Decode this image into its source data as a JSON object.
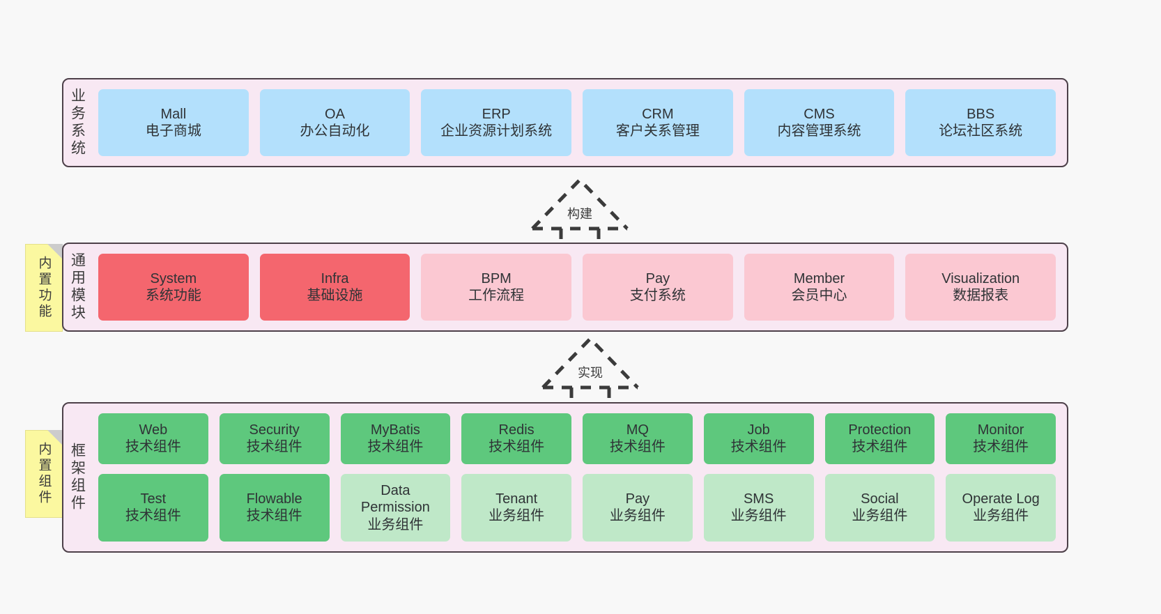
{
  "diagram": {
    "title": "system-architecture-layers",
    "colors": {
      "canvas_bg": "#f8f8f8",
      "layer_bg": "#f8e8f3",
      "layer_border": "#4d4049",
      "business_cell": "#b3e0fc",
      "common_cell_strong": "#f4666e",
      "common_cell_soft": "#fbc8d2",
      "framework_cell_tech": "#5ec87d",
      "framework_cell_biz": "#bfe8c8",
      "note_bg": "#fbf8a0"
    }
  },
  "layers": [
    {
      "id": "business",
      "title": "业务系统",
      "rows": [
        [
          {
            "en": "Mall",
            "cn": "电子商城",
            "color": "c-blue"
          },
          {
            "en": "OA",
            "cn": "办公自动化",
            "color": "c-blue"
          },
          {
            "en": "ERP",
            "cn": "企业资源计划系统",
            "color": "c-blue"
          },
          {
            "en": "CRM",
            "cn": "客户关系管理",
            "color": "c-blue"
          },
          {
            "en": "CMS",
            "cn": "内容管理系统",
            "color": "c-blue"
          },
          {
            "en": "BBS",
            "cn": "论坛社区系统",
            "color": "c-blue"
          }
        ]
      ]
    },
    {
      "id": "common",
      "title": "通用模块",
      "note": "内置功能",
      "rows": [
        [
          {
            "en": "System",
            "cn": "系统功能",
            "color": "c-red"
          },
          {
            "en": "Infra",
            "cn": "基础设施",
            "color": "c-red"
          },
          {
            "en": "BPM",
            "cn": "工作流程",
            "color": "c-pink"
          },
          {
            "en": "Pay",
            "cn": "支付系统",
            "color": "c-pink"
          },
          {
            "en": "Member",
            "cn": "会员中心",
            "color": "c-pink"
          },
          {
            "en": "Visualization",
            "cn": "数据报表",
            "color": "c-pink"
          }
        ]
      ]
    },
    {
      "id": "framework",
      "title": "框架组件",
      "note": "内置组件",
      "rows": [
        [
          {
            "en": "Web",
            "cn": "技术组件",
            "color": "c-green"
          },
          {
            "en": "Security",
            "cn": "技术组件",
            "color": "c-green"
          },
          {
            "en": "MyBatis",
            "cn": "技术组件",
            "color": "c-green"
          },
          {
            "en": "Redis",
            "cn": "技术组件",
            "color": "c-green"
          },
          {
            "en": "MQ",
            "cn": "技术组件",
            "color": "c-green"
          },
          {
            "en": "Job",
            "cn": "技术组件",
            "color": "c-green"
          },
          {
            "en": "Protection",
            "cn": "技术组件",
            "color": "c-green"
          },
          {
            "en": "Monitor",
            "cn": "技术组件",
            "color": "c-green"
          }
        ],
        [
          {
            "en": "Test",
            "cn": "技术组件",
            "color": "c-green"
          },
          {
            "en": "Flowable",
            "cn": "技术组件",
            "color": "c-green"
          },
          {
            "en": "Data Permission",
            "cn": "业务组件",
            "color": "c-lgreen"
          },
          {
            "en": "Tenant",
            "cn": "业务组件",
            "color": "c-lgreen"
          },
          {
            "en": "Pay",
            "cn": "业务组件",
            "color": "c-lgreen"
          },
          {
            "en": "SMS",
            "cn": "业务组件",
            "color": "c-lgreen"
          },
          {
            "en": "Social",
            "cn": "业务组件",
            "color": "c-lgreen"
          },
          {
            "en": "Operate Log",
            "cn": "业务组件",
            "color": "c-lgreen"
          }
        ]
      ]
    }
  ],
  "connectors": [
    {
      "id": "build",
      "label": "构建",
      "style": "dashed-hollow-triangle-up"
    },
    {
      "id": "implement",
      "label": "实现",
      "style": "dashed-hollow-triangle-up"
    }
  ]
}
